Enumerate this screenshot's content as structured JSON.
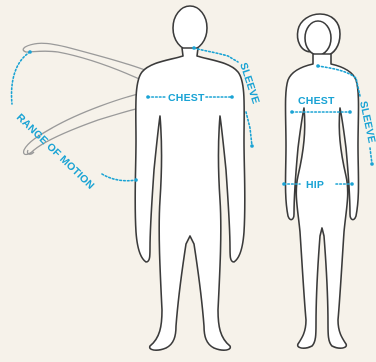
{
  "diagram": {
    "labels": {
      "chest_male": "CHEST",
      "sleeve_male": "SLEEVE",
      "range_of_motion": "RANGE OF MOTION",
      "chest_female": "CHEST",
      "sleeve_female": "SLEEVE",
      "hip": "HIP"
    },
    "colors": {
      "background": "#f6f2ea",
      "figure_fill": "#ffffff",
      "figure_outline": "#3b3b3b",
      "ghost_arm": "#9a9a9a",
      "measure_accent": "#1aa3d4"
    },
    "icons": [
      "male-body-icon",
      "female-body-icon",
      "raised-arm-icon"
    ]
  }
}
